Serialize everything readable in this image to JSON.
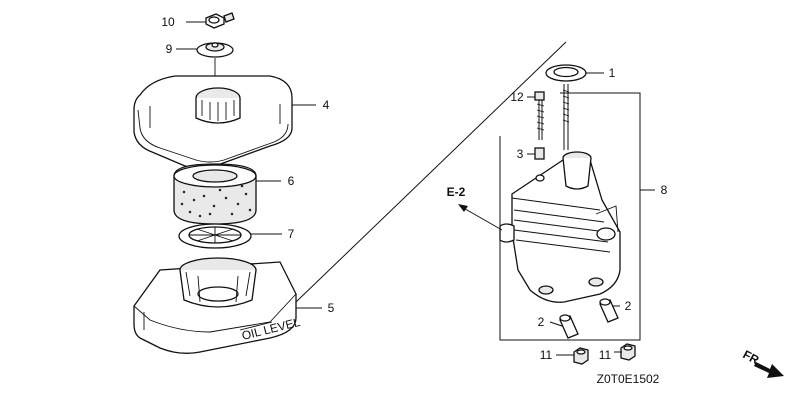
{
  "diagram": {
    "part_labels": {
      "p1": "1",
      "p2a": "2",
      "p2b": "2",
      "p3": "3",
      "p4": "4",
      "p5": "5",
      "p6": "6",
      "p7": "7",
      "p8": "8",
      "p9": "9",
      "p10": "10",
      "p11a": "11",
      "p11b": "11",
      "p12": "12"
    },
    "ref_label": "E-2",
    "direction_label": "FR.",
    "diagram_code": "Z0T0E1502",
    "element_text": "OIL LEVEL"
  },
  "colors": {
    "line": "#111111",
    "background": "#ffffff"
  }
}
